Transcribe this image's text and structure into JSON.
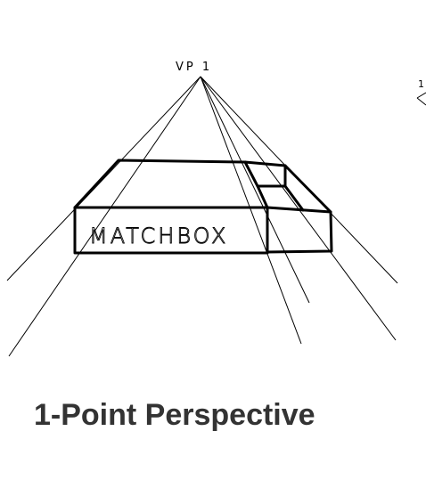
{
  "vanishing_point": {
    "label": "VP 1"
  },
  "box": {
    "label": "MATCHBOX"
  },
  "edge_fragment": {
    "label": "1"
  },
  "caption": "1-Point Perspective"
}
